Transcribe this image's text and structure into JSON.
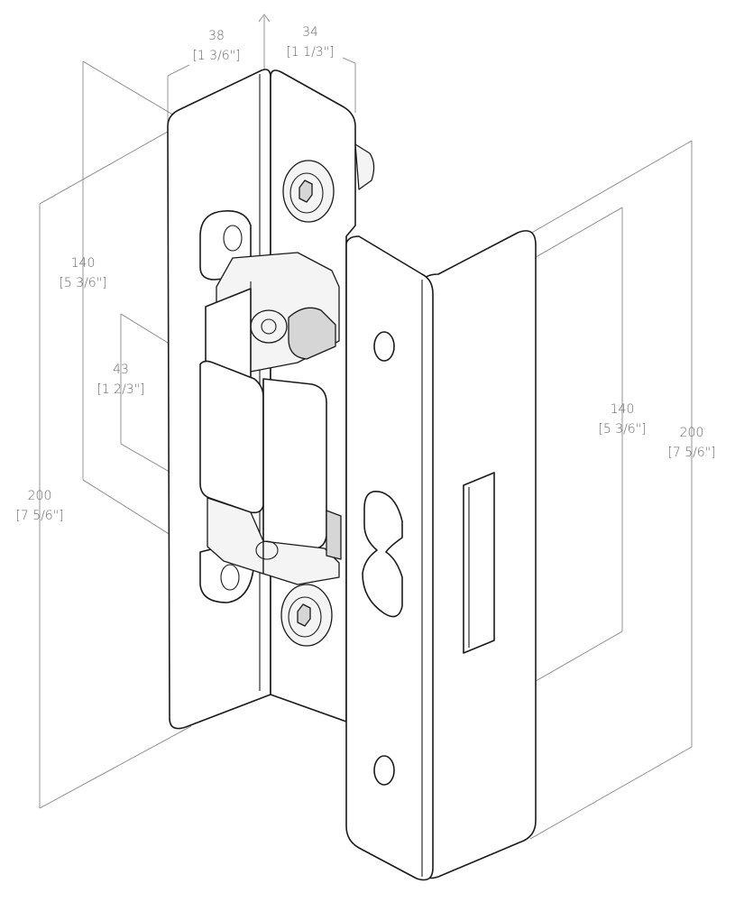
{
  "dimensions": {
    "top_left": {
      "value": "38",
      "imperial": "[1 3/6\"]"
    },
    "top_right": {
      "value": "34",
      "imperial": "[1 1/3\"]"
    },
    "left_hole": {
      "value": "140",
      "imperial": "[5 3/6\"]"
    },
    "hinge_height": {
      "value": "43",
      "imperial": "[1 2/3\"]"
    },
    "left_total": {
      "value": "200",
      "imperial": "[7 5/6\"]"
    },
    "right_hole": {
      "value": "140",
      "imperial": "[5 3/6\"]"
    },
    "right_total": {
      "value": "200",
      "imperial": "[7 5/6\"]"
    }
  }
}
